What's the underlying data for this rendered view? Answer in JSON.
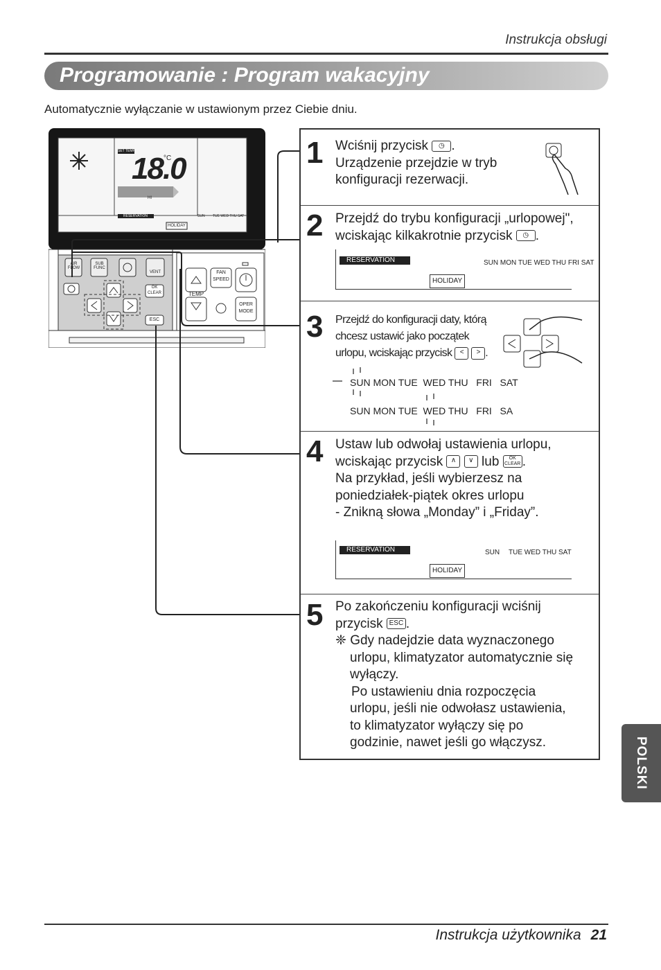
{
  "header": {
    "right_text": "Instrukcja obsługi"
  },
  "title": "Programowanie : Program wakacyjny",
  "intro": "Automatycznie wyłączanie w ustawionym przez Ciebie dniu.",
  "remote": {
    "lcd": {
      "set_temp": "SET TEMP",
      "temp_value": "18.0",
      "unit": "°C",
      "fan": "HI",
      "reservation": "RESERVATION",
      "holiday": "HOLIDAY",
      "days_left": "SUN",
      "days_mid": "TUE WED THU",
      "days_right": "SAT"
    },
    "buttons": {
      "air_flow": "AIR FLOW",
      "sub_func": "SUB FUNC",
      "vent": "VENT",
      "ok": "OK",
      "clear": "CLEAR",
      "esc": "ESC",
      "fan_speed_1": "FAN",
      "fan_speed_2": "SPEED",
      "temp": "TEMP",
      "oper_1": "OPER",
      "oper_2": "MODE"
    }
  },
  "steps": [
    {
      "num": "1",
      "lines": [
        "Wciśnij przycisk",
        "Urządzenie przejdzie w tryb",
        "konfiguracji rezerwacji."
      ]
    },
    {
      "num": "2",
      "lines": [
        "Przejdź do trybu konfiguracji „urlopowej\",",
        "wciskając kilkakrotnie przycisk"
      ],
      "display": {
        "reservation": "RESERVATION",
        "holiday": "HOLIDAY",
        "days": "SUN MON TUE WED THU  FRI  SAT"
      }
    },
    {
      "num": "3",
      "lines": [
        "Przejdź do konfiguracji daty, którą",
        "chcesz ustawić jako początek",
        "urlopu, wciskając przycisk"
      ],
      "days_row1": "SUN MON TUE  WED THU   FRI   SAT",
      "days_row2": "SUN MON TUE  WED THU   FRI   SA"
    },
    {
      "num": "4",
      "lines": [
        "Ustaw lub odwołaj ustawienia urlopu,",
        "wciskając przycisk",
        "lub",
        "Na przykład, jeśli wybierzesz na",
        "poniedziałek-piątek okres urlopu",
        "- Znikną słowa „Monday” i „Friday”."
      ],
      "display": {
        "reservation": "RESERVATION",
        "holiday": "HOLIDAY",
        "sun": "SUN",
        "mid": "TUE WED THU",
        "sat": "SAT"
      }
    },
    {
      "num": "5",
      "lines": [
        "Po zakończeniu konfiguracji wciśnij",
        "przycisk",
        "❈ Gdy nadejdzie data wyznaczonego",
        "urlopu, klimatyzator automatycznie się",
        "wyłączy.",
        "Po ustawieniu dnia rozpoczęcia",
        "urlopu, jeśli nie odwołasz ustawienia,",
        "to klimatyzator wyłączy się po",
        "godzinie, nawet jeśli go włączysz."
      ]
    }
  ],
  "side_tab": "POLSKI",
  "footer": {
    "text": "Instrukcja użytkownika",
    "page": "21"
  }
}
